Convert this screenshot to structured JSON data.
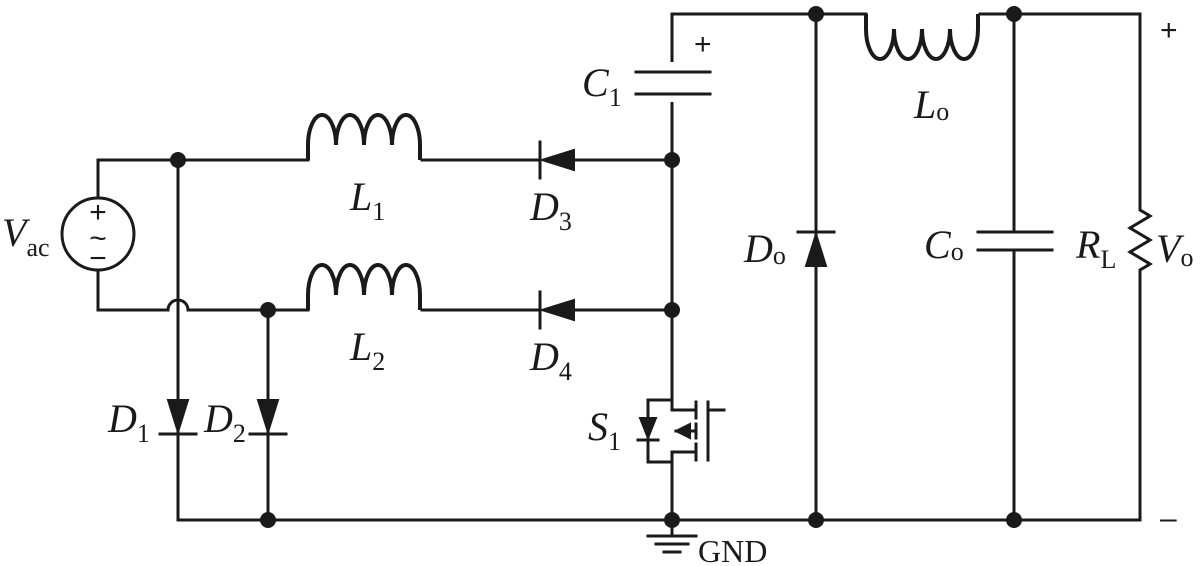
{
  "components": {
    "source": {
      "symbol": "V",
      "sub": "ac",
      "plus": "+",
      "minus": "−",
      "wave": "~"
    },
    "L1": {
      "symbol": "L",
      "sub": "1"
    },
    "L2": {
      "symbol": "L",
      "sub": "2"
    },
    "D1": {
      "symbol": "D",
      "sub": "1"
    },
    "D2": {
      "symbol": "D",
      "sub": "2"
    },
    "D3": {
      "symbol": "D",
      "sub": "3"
    },
    "D4": {
      "symbol": "D",
      "sub": "4"
    },
    "S1": {
      "symbol": "S",
      "sub": "1"
    },
    "C1": {
      "symbol": "C",
      "sub": "1",
      "plus": "+"
    },
    "Do": {
      "symbol": "D",
      "sub": "o"
    },
    "Lo": {
      "symbol": "L",
      "sub": "o"
    },
    "Co": {
      "symbol": "C",
      "sub": "o"
    },
    "RL": {
      "symbol": "R",
      "sub": "L"
    },
    "Vo": {
      "symbol": "V",
      "sub": "o",
      "plus": "+",
      "minus": "–"
    }
  },
  "ground_label": "GND"
}
